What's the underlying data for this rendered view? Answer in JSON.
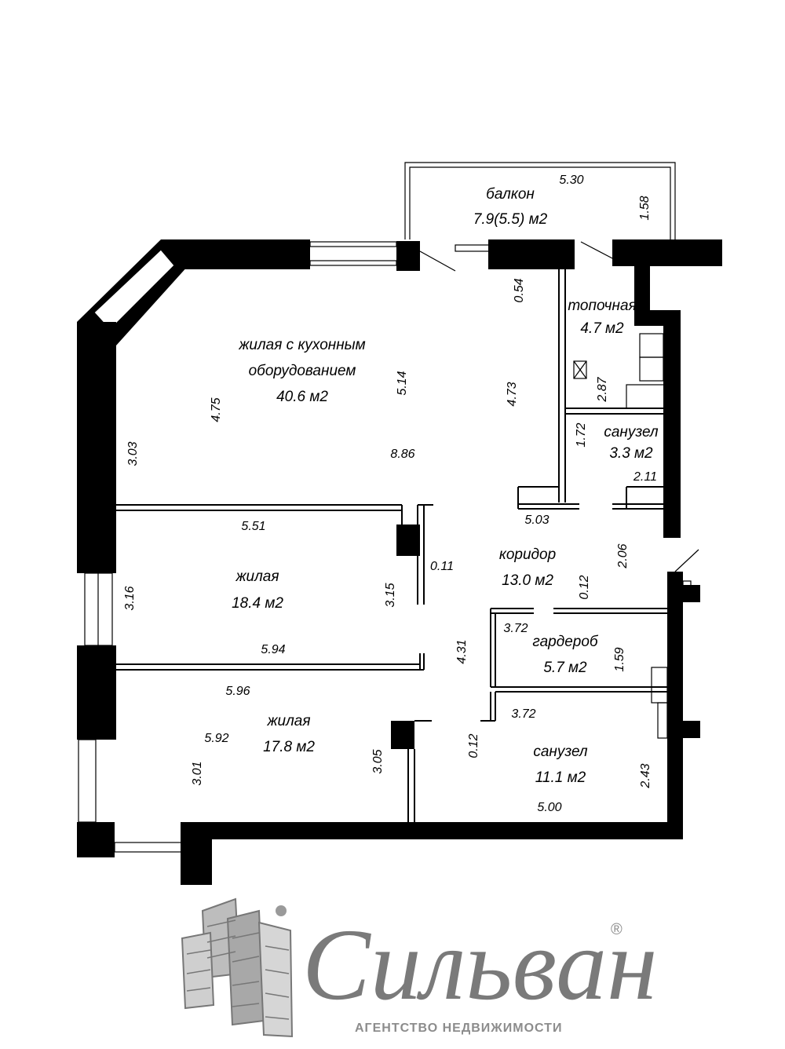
{
  "rooms": [
    {
      "name": "балкон",
      "area": "7.9(5.5) м2"
    },
    {
      "name": "жилая с кухонным",
      "name2": "оборудованием",
      "area": "40.6 м2"
    },
    {
      "name": "топочная",
      "area": "4.7 м2"
    },
    {
      "name": "санузел",
      "area": "3.3 м2"
    },
    {
      "name": "жилая",
      "area": "18.4 м2"
    },
    {
      "name": "коридор",
      "area": "13.0 м2"
    },
    {
      "name": "гардероб",
      "area": "5.7 м2"
    },
    {
      "name": "жилая",
      "area": "17.8 м2"
    },
    {
      "name": "санузел",
      "area": "11.1 м2"
    }
  ],
  "dims": {
    "balcony_w": "5.30",
    "balcony_h": "1.58",
    "d054": "0.54",
    "d514": "5.14",
    "d475": "4.75",
    "d473": "4.73",
    "d303": "3.03",
    "d886": "8.86",
    "d287": "2.87",
    "d172": "1.72",
    "d211": "2.11",
    "d503": "5.03",
    "d551": "5.51",
    "d206": "2.06",
    "d011": "0.11",
    "d012a": "0.12",
    "d316": "3.16",
    "d315": "3.15",
    "d594": "5.94",
    "d372a": "3.72",
    "d431": "4.31",
    "d159": "1.59",
    "d596": "5.96",
    "d372b": "3.72",
    "d592": "5.92",
    "d012b": "0.12",
    "d301": "3.01",
    "d305": "3.05",
    "d243": "2.43",
    "d500": "5.00"
  },
  "logo": {
    "name": "Сильван",
    "registered": "®",
    "tagline": "АГЕНТСТВО НЕДВИЖИМОСТИ",
    "icon": "buildings-icon"
  }
}
